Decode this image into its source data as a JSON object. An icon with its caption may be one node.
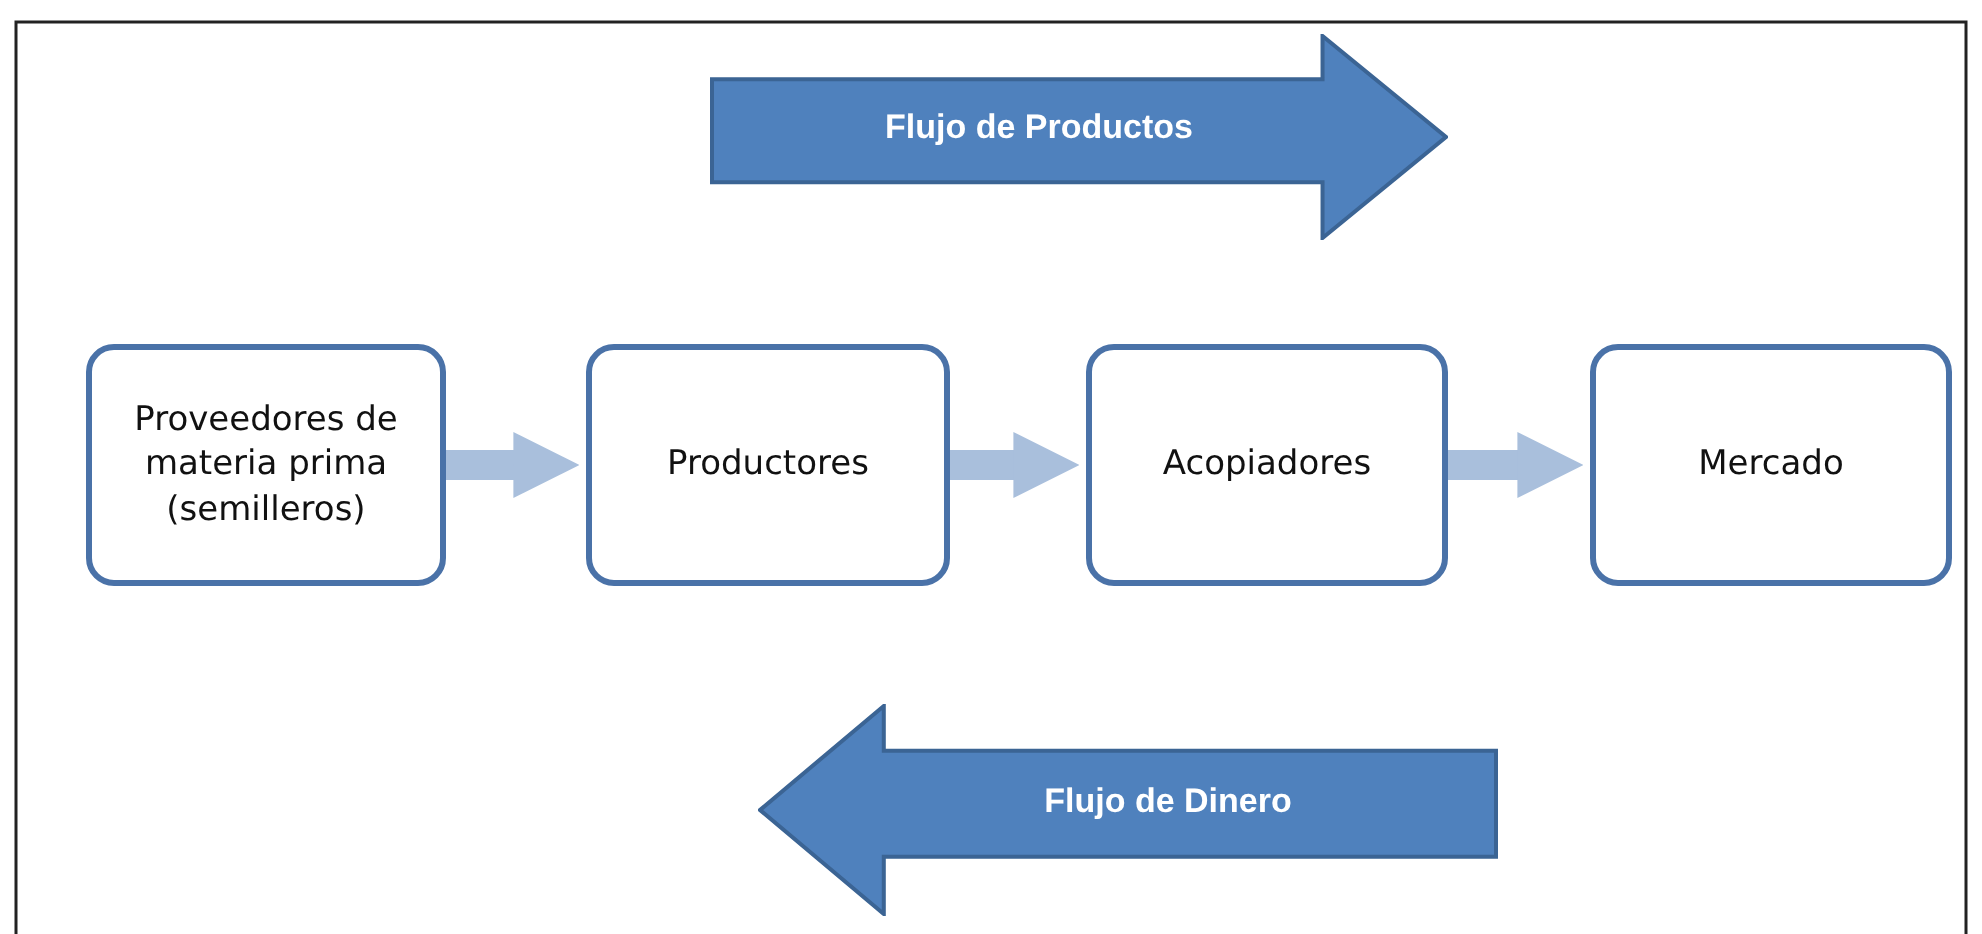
{
  "diagram": {
    "nodes": [
      {
        "text": [
          "Flujo de Productos"
        ]
      },
      {
        "text": [
          "Proveedores de materia prima (semilleros)"
        ]
      },
      {
        "text": [
          "Productores"
        ]
      },
      {
        "text": [
          "Acopiadores"
        ]
      },
      {
        "text": [
          "Mercado"
        ]
      },
      {
        "text": [
          "Flujo de Dinero"
        ]
      }
    ],
    "edges": [
      {
        "from": 1,
        "to": 2,
        "arrow": "to"
      },
      {
        "from": 2,
        "to": 3,
        "arrow": "to"
      },
      {
        "from": 3,
        "to": 4,
        "arrow": "to"
      }
    ]
  }
}
